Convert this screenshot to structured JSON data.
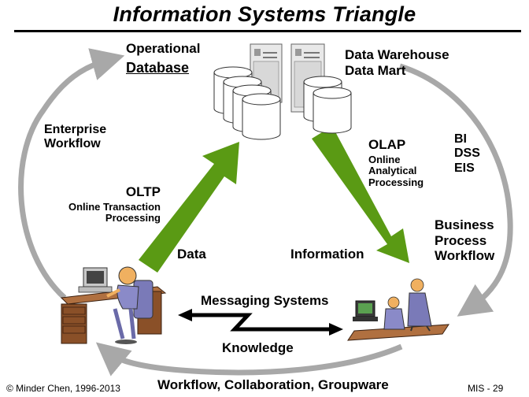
{
  "title": "Information Systems Triangle",
  "operational": {
    "line1": "Operational",
    "line2": "Database"
  },
  "warehouse": {
    "line1": "Data Warehouse",
    "line2": "Data Mart"
  },
  "enterprise_workflow": {
    "line1": "Enterprise",
    "line2": "Workflow"
  },
  "oltp": {
    "heading": "OLTP",
    "line1": "Online Transaction",
    "line2": "Processing"
  },
  "olap": {
    "heading": "OLAP",
    "line1": "Online",
    "line2": "Analytical",
    "line3": "Processing"
  },
  "bi": {
    "line1": "BI",
    "line2": "DSS",
    "line3": "EIS"
  },
  "business_process": {
    "line1": "Business",
    "line2": "Process",
    "line3": "Workflow"
  },
  "data_label": "Data",
  "information_label": "Information",
  "messaging_label": "Messaging Systems",
  "knowledge_label": "Knowledge",
  "workflow_bottom": "Workflow, Collaboration, Groupware",
  "copyright": "© Minder Chen, 1996-2013",
  "slide_number": "MIS - 29",
  "colors": {
    "arrow_green": "#5a9a14",
    "cycle_gray": "#a8a8a8",
    "figure_orange": "#f0b060",
    "desk_brown": "#8a5028",
    "clothes_purple": "#7a7ab8"
  }
}
